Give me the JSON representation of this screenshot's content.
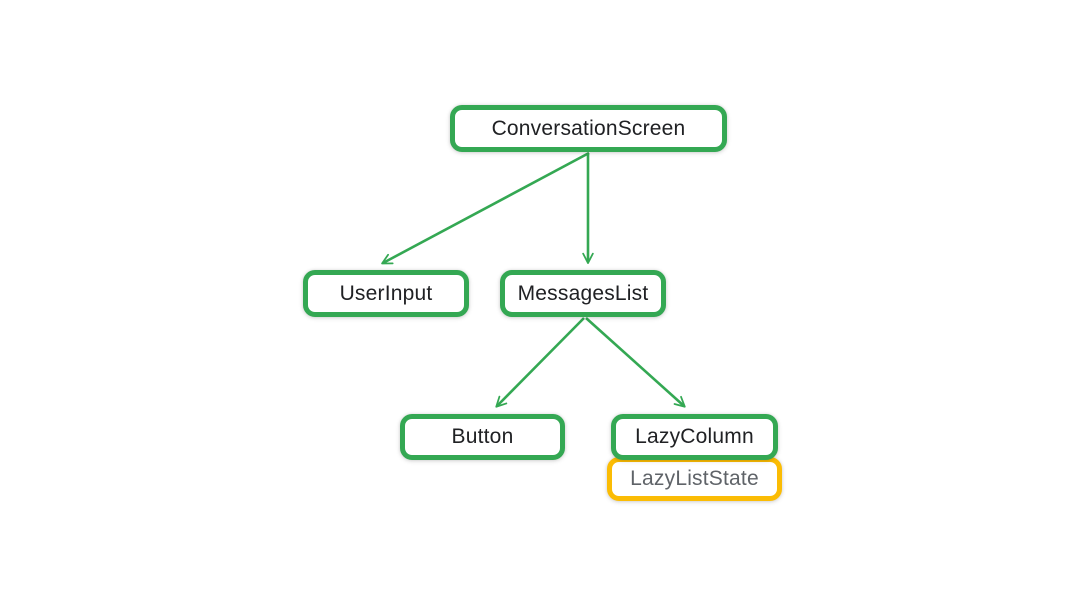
{
  "colors": {
    "node_border_green": "#34A853",
    "node_border_yellow": "#FBBC04",
    "edge_arrow_green": "#34A853",
    "node_text_dark": "#202124",
    "node_text_gray": "#5F6368",
    "background": "#FFFFFF"
  },
  "diagram": {
    "type": "tree",
    "description": "UI component tree: ConversationScreen branches to UserInput and MessagesList; MessagesList branches to Button and LazyColumn; LazyListState is attached beneath LazyColumn.",
    "nodes": [
      {
        "id": "ConversationScreen",
        "label": "ConversationScreen",
        "style": "green"
      },
      {
        "id": "UserInput",
        "label": "UserInput",
        "style": "green"
      },
      {
        "id": "MessagesList",
        "label": "MessagesList",
        "style": "green"
      },
      {
        "id": "Button",
        "label": "Button",
        "style": "green"
      },
      {
        "id": "LazyColumn",
        "label": "LazyColumn",
        "style": "green"
      },
      {
        "id": "LazyListState",
        "label": "LazyListState",
        "style": "yellow",
        "attached_to": "LazyColumn"
      }
    ],
    "edges": [
      {
        "from": "ConversationScreen",
        "to": "UserInput",
        "arrow": true
      },
      {
        "from": "ConversationScreen",
        "to": "MessagesList",
        "arrow": true
      },
      {
        "from": "MessagesList",
        "to": "Button",
        "arrow": true
      },
      {
        "from": "MessagesList",
        "to": "LazyColumn",
        "arrow": true
      }
    ]
  }
}
